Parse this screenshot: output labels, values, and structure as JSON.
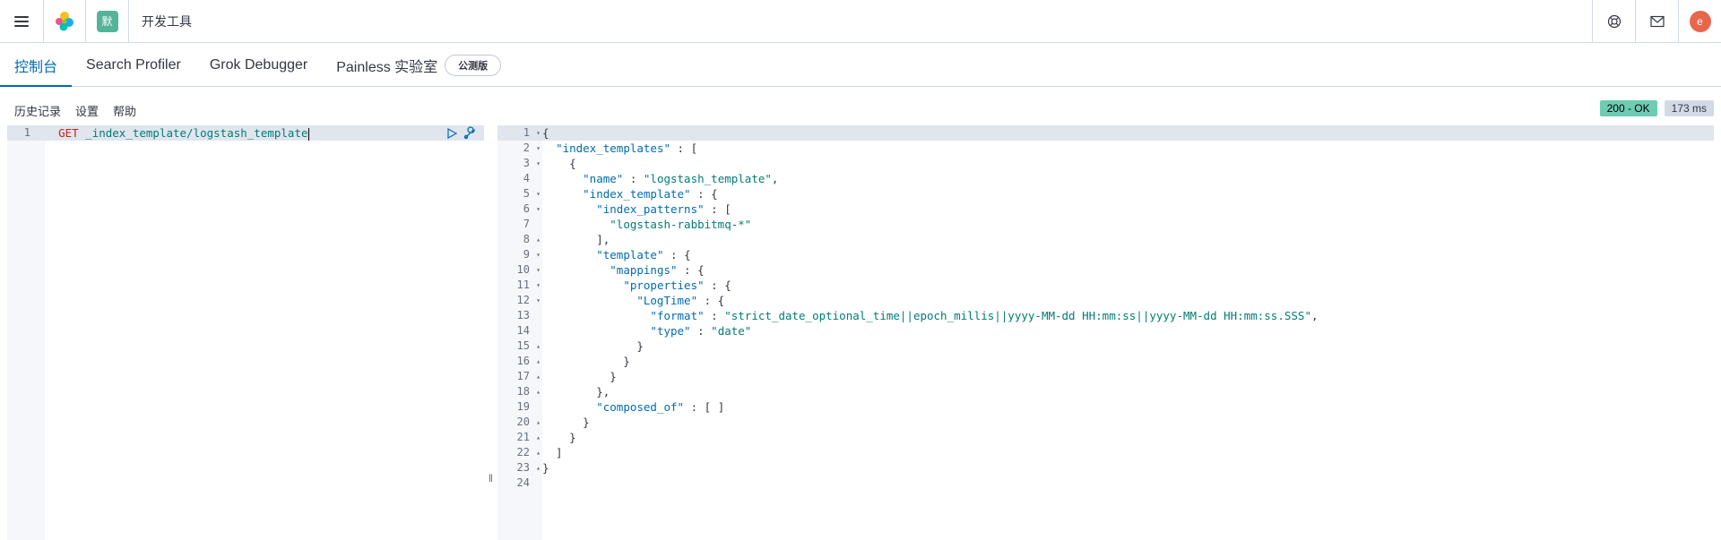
{
  "header": {
    "breadcrumb": "开发工具",
    "space_initial": "默",
    "user_initial": "e"
  },
  "tabs": [
    {
      "label": "控制台",
      "active": true
    },
    {
      "label": "Search Profiler",
      "active": false
    },
    {
      "label": "Grok Debugger",
      "active": false
    },
    {
      "label": "Painless 实验室",
      "active": false
    }
  ],
  "beta_badge": "公测版",
  "toolbar": {
    "history": "历史记录",
    "settings": "设置",
    "help": "帮助"
  },
  "response_status": {
    "code": "200 - OK",
    "time": "173 ms"
  },
  "request": {
    "line_number": "1",
    "method": "GET",
    "path": " _index_template/logstash_template"
  },
  "response_lines": [
    {
      "n": "1",
      "fold": "▾",
      "text": "{"
    },
    {
      "n": "2",
      "fold": "▾",
      "text": "  \"index_templates\" : ["
    },
    {
      "n": "3",
      "fold": "▾",
      "text": "    {"
    },
    {
      "n": "4",
      "fold": "",
      "text": "      \"name\" : \"logstash_template\","
    },
    {
      "n": "5",
      "fold": "▾",
      "text": "      \"index_template\" : {"
    },
    {
      "n": "6",
      "fold": "▾",
      "text": "        \"index_patterns\" : ["
    },
    {
      "n": "7",
      "fold": "",
      "text": "          \"logstash-rabbitmq-*\""
    },
    {
      "n": "8",
      "fold": "▴",
      "text": "        ],"
    },
    {
      "n": "9",
      "fold": "▾",
      "text": "        \"template\" : {"
    },
    {
      "n": "10",
      "fold": "▾",
      "text": "          \"mappings\" : {"
    },
    {
      "n": "11",
      "fold": "▾",
      "text": "            \"properties\" : {"
    },
    {
      "n": "12",
      "fold": "▾",
      "text": "              \"LogTime\" : {"
    },
    {
      "n": "13",
      "fold": "",
      "text": "                \"format\" : \"strict_date_optional_time||epoch_millis||yyyy-MM-dd HH:mm:ss||yyyy-MM-dd HH:mm:ss.SSS\","
    },
    {
      "n": "14",
      "fold": "",
      "text": "                \"type\" : \"date\""
    },
    {
      "n": "15",
      "fold": "▴",
      "text": "              }"
    },
    {
      "n": "16",
      "fold": "▴",
      "text": "            }"
    },
    {
      "n": "17",
      "fold": "▴",
      "text": "          }"
    },
    {
      "n": "18",
      "fold": "▴",
      "text": "        },"
    },
    {
      "n": "19",
      "fold": "",
      "text": "        \"composed_of\" : [ ]"
    },
    {
      "n": "20",
      "fold": "▴",
      "text": "      }"
    },
    {
      "n": "21",
      "fold": "▴",
      "text": "    }"
    },
    {
      "n": "22",
      "fold": "▴",
      "text": "  ]"
    },
    {
      "n": "23",
      "fold": "▴",
      "text": "}"
    },
    {
      "n": "24",
      "fold": "",
      "text": ""
    }
  ],
  "colors": {
    "accent": "#006bb4",
    "status_ok": "#6dccb1",
    "string": "#017d73",
    "method": "#bd271e"
  }
}
